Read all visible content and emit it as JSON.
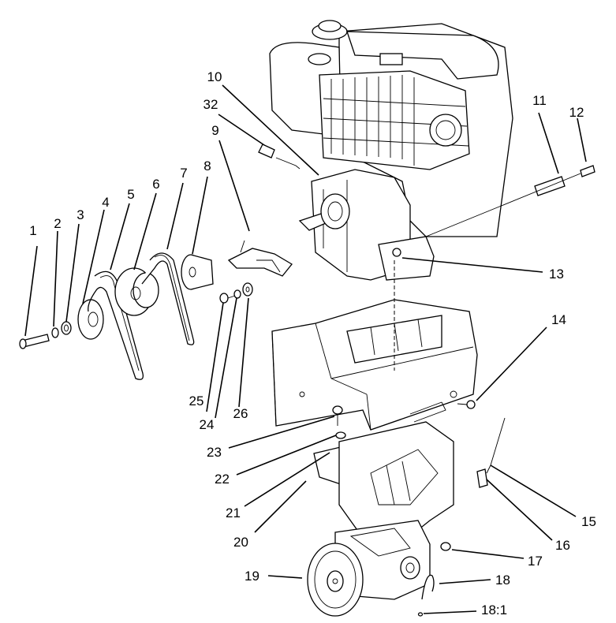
{
  "callouts": [
    "1",
    "2",
    "3",
    "4",
    "5",
    "6",
    "7",
    "8",
    "9",
    "10",
    "11",
    "12",
    "13",
    "14",
    "15",
    "16",
    "17",
    "18",
    "18:1",
    "19",
    "20",
    "21",
    "22",
    "23",
    "24",
    "25",
    "26",
    "32"
  ]
}
